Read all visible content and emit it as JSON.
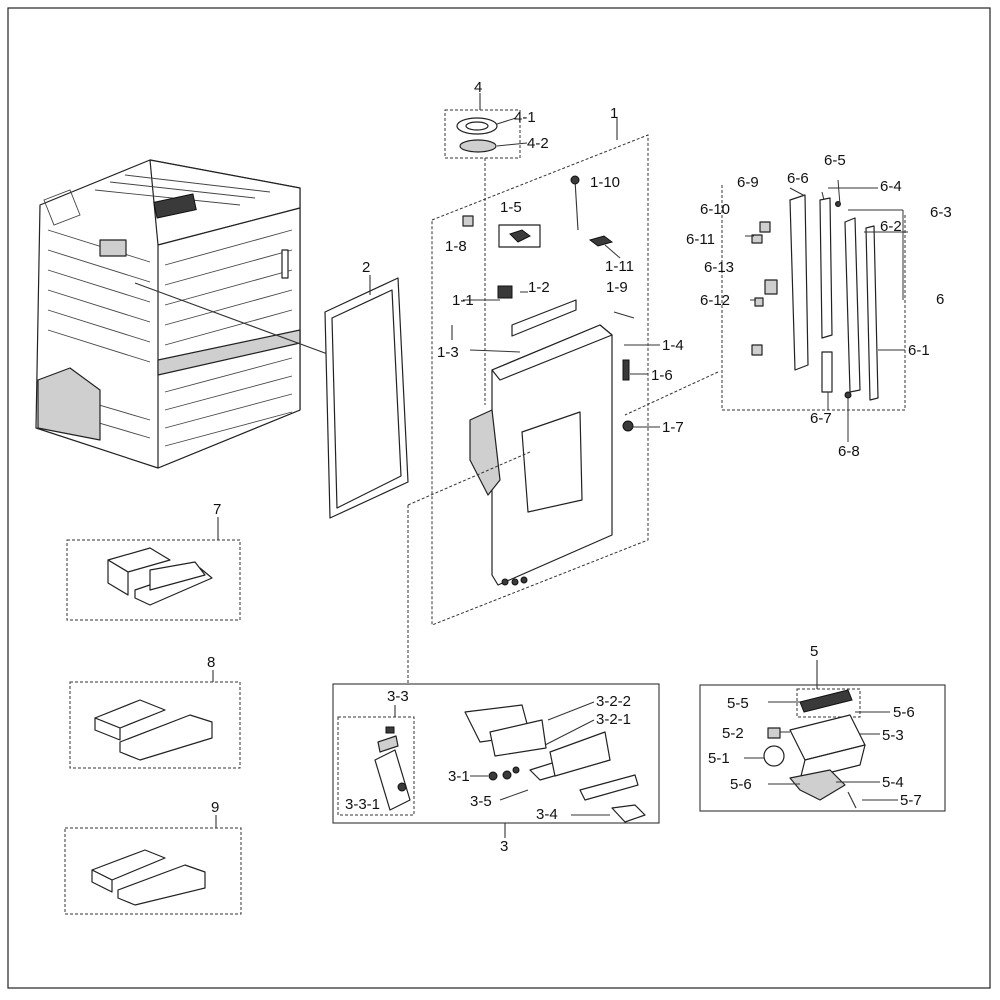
{
  "labels": {
    "l1": "1",
    "l1_1": "1-1",
    "l1_2": "1-2",
    "l1_3": "1-3",
    "l1_4": "1-4",
    "l1_5": "1-5",
    "l1_6": "1-6",
    "l1_7": "1-7",
    "l1_8": "1-8",
    "l1_9": "1-9",
    "l1_10": "1-10",
    "l1_11": "1-11",
    "l2": "2",
    "l3": "3",
    "l3_1": "3-1",
    "l3_2_1": "3-2-1",
    "l3_2_2": "3-2-2",
    "l3_3": "3-3",
    "l3_3_1": "3-3-1",
    "l3_4": "3-4",
    "l3_5": "3-5",
    "l4": "4",
    "l4_1": "4-1",
    "l4_2": "4-2",
    "l5": "5",
    "l5_1": "5-1",
    "l5_2": "5-2",
    "l5_3": "5-3",
    "l5_4": "5-4",
    "l5_5": "5-5",
    "l5_6a": "5-6",
    "l5_6b": "5-6",
    "l5_7": "5-7",
    "l6": "6",
    "l6_1": "6-1",
    "l6_2": "6-2",
    "l6_3": "6-3",
    "l6_4": "6-4",
    "l6_5": "6-5",
    "l6_6": "6-6",
    "l6_7": "6-7",
    "l6_8": "6-8",
    "l6_9": "6-9",
    "l6_10": "6-10",
    "l6_11": "6-11",
    "l6_12": "6-12",
    "l6_13": "6-13",
    "l7": "7",
    "l8": "8",
    "l9": "9"
  }
}
